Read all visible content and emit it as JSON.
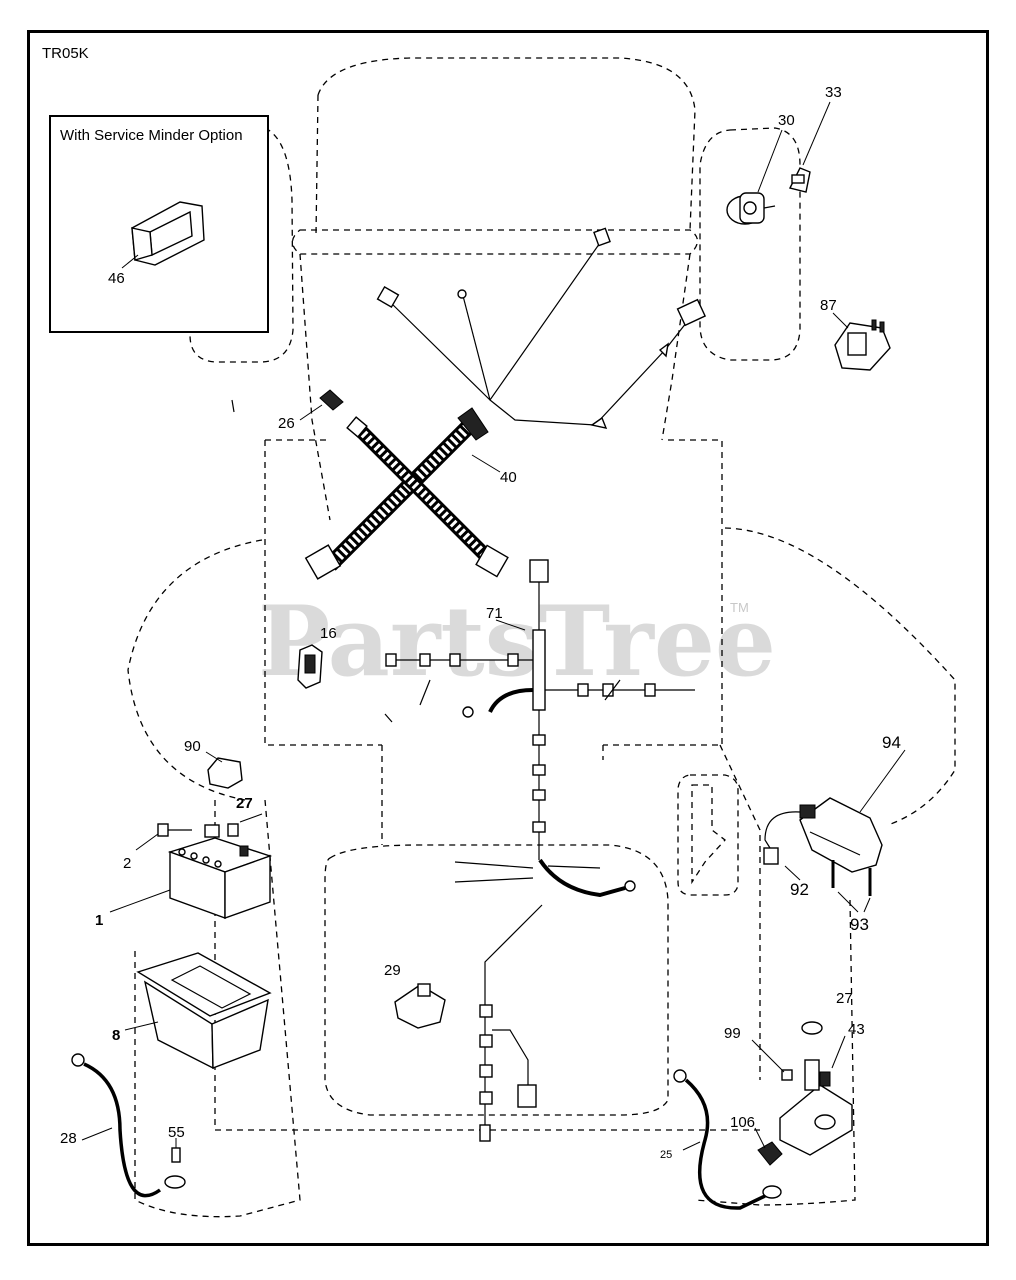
{
  "diagram": {
    "code": "TR05K",
    "inset_title": "With Service Minder Option",
    "watermark": "PartsTree",
    "watermark_tm": "TM",
    "callouts": {
      "p46": "46",
      "p30": "30",
      "p33": "33",
      "p87": "87",
      "p26": "26",
      "p40": "40",
      "p71": "71",
      "p16": "16",
      "p90": "90",
      "p27a": "27",
      "p2": "2",
      "p1": "1",
      "p8": "8",
      "p28": "28",
      "p55": "55",
      "p29": "29",
      "p94": "94",
      "p92": "92",
      "p93": "93",
      "p27b": "27",
      "p43": "43",
      "p99": "99",
      "p106": "106",
      "p25": "25"
    }
  }
}
